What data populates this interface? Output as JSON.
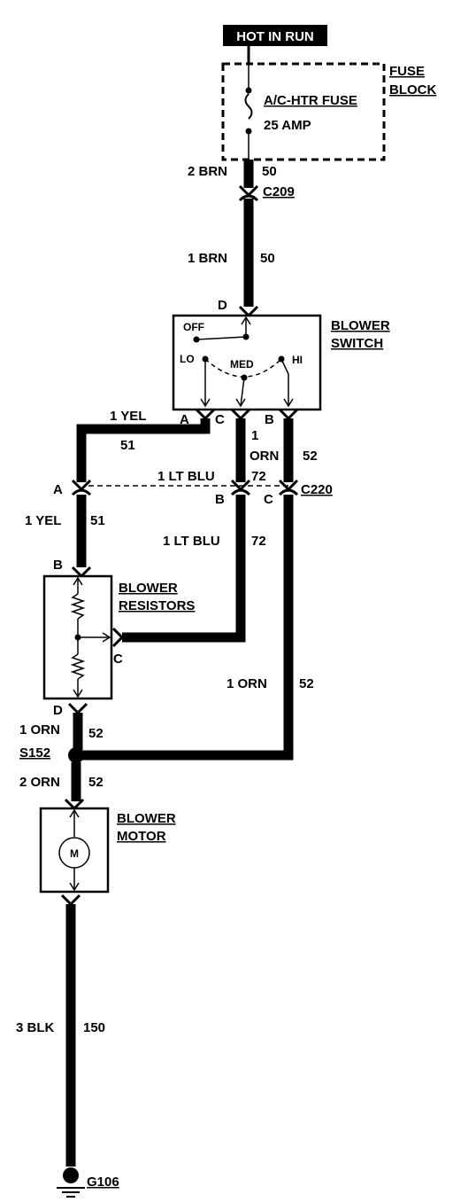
{
  "header": {
    "label": "HOT IN RUN"
  },
  "fuse_block": {
    "title_line1": "FUSE",
    "title_line2": "BLOCK",
    "fuse_name": "A/C-HTR FUSE",
    "fuse_rating": "25 AMP"
  },
  "c209": {
    "name": "C209",
    "wire_top_gauge": "2 BRN",
    "wire_top_circuit": "50",
    "wire_bottom_gauge": "1 BRN",
    "wire_bottom_circuit": "50"
  },
  "blower_switch": {
    "title_line1": "BLOWER",
    "title_line2": "SWITCH",
    "pin_d": "D",
    "pos_off": "OFF",
    "pos_lo": "LO",
    "pos_med": "MED",
    "pos_hi": "HI",
    "pin_a": "A",
    "pin_c": "C",
    "pin_b": "B"
  },
  "wires": {
    "yel_top_gauge": "1 YEL",
    "yel_top_circuit": "51",
    "orn_switch_gauge_1": "1",
    "orn_switch_gauge_2": "ORN",
    "orn_switch_circuit": "52",
    "ltblu_top_gauge": "1 LT BLU",
    "ltblu_top_circuit": "72",
    "yel_mid_gauge": "1 YEL",
    "yel_mid_circuit": "51",
    "ltblu_mid_gauge": "1 LT BLU",
    "ltblu_mid_circuit": "72",
    "orn_long_gauge": "1 ORN",
    "orn_long_circuit": "52",
    "orn_res_gauge": "1 ORN",
    "orn_res_circuit": "52",
    "orn_motor_gauge": "2 ORN",
    "orn_motor_circuit": "52",
    "blk_gauge": "3 BLK",
    "blk_circuit": "150"
  },
  "c220": {
    "name": "C220",
    "pin_a": "A",
    "pin_b": "B",
    "pin_c": "C"
  },
  "blower_resistors": {
    "title_line1": "BLOWER",
    "title_line2": "RESISTORS",
    "pin_b": "B",
    "pin_c": "C",
    "pin_d": "D"
  },
  "splice": {
    "name": "S152"
  },
  "blower_motor": {
    "title_line1": "BLOWER",
    "title_line2": "MOTOR",
    "symbol": "M"
  },
  "ground": {
    "name": "G106"
  }
}
